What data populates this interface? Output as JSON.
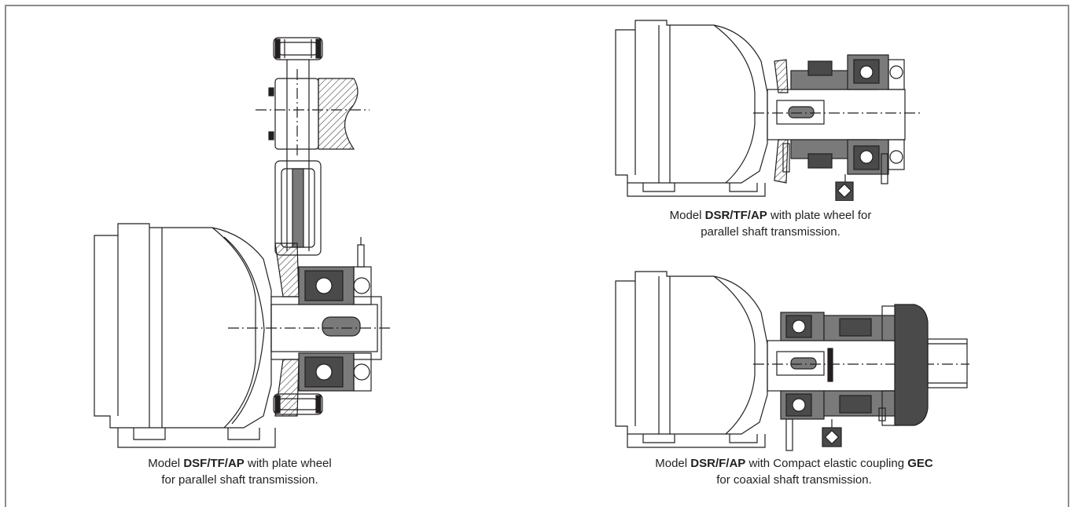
{
  "figures": [
    {
      "id": "dsf-tf-ap",
      "caption": {
        "prefix": "Model ",
        "model": "DSF/TF/AP",
        "line1_rest": " with plate wheel",
        "line2": "for parallel shaft transmission."
      }
    },
    {
      "id": "dsr-tf-ap",
      "caption": {
        "prefix": "Model ",
        "model": "DSR/TF/AP",
        "line1_rest": " with plate wheel for",
        "line2": "parallel shaft transmission."
      }
    },
    {
      "id": "dsr-f-ap",
      "caption": {
        "prefix": "Model ",
        "model": "DSR/F/AP",
        "line1_mid": " with Compact elastic coupling ",
        "coupling": "GEC",
        "line2": "for coaxial shaft transmission."
      }
    }
  ],
  "colors": {
    "frame": "#8c8c8c",
    "ink": "#231f20",
    "grey_fill": "#7a7a7a",
    "dark_fill": "#4a4a4a"
  }
}
